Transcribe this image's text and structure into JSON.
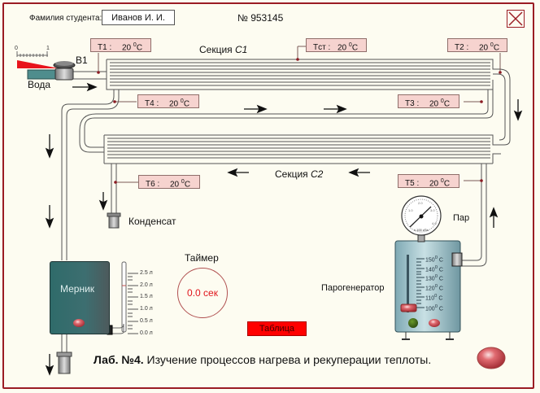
{
  "header": {
    "student_label": "Фамилия студента:",
    "student_name": "Иванов И. И.",
    "record_number": "№ 953145",
    "close_icon": "close-x-icon"
  },
  "sensors": [
    {
      "id": "T1",
      "name": "T1 :",
      "value": "20",
      "unit": "C"
    },
    {
      "id": "Tst",
      "name": "Tст :",
      "value": "20",
      "unit": "C"
    },
    {
      "id": "T2",
      "name": "T2 :",
      "value": "20",
      "unit": "C"
    },
    {
      "id": "T4",
      "name": "T4 :",
      "value": "20",
      "unit": "C"
    },
    {
      "id": "T3",
      "name": "T3 :",
      "value": "20",
      "unit": "C"
    },
    {
      "id": "T6",
      "name": "T6 :",
      "value": "20",
      "unit": "C"
    },
    {
      "id": "T5",
      "name": "T5 :",
      "value": "20",
      "unit": "C"
    }
  ],
  "degree_symbol": "0",
  "sections": {
    "c1_prefix": "Секция ",
    "c1_name": "C1",
    "c2_prefix": "Секция ",
    "c2_name": "C2"
  },
  "valve": {
    "label": "B1",
    "scale_min": "0",
    "scale_max": "1"
  },
  "labels": {
    "water": "Вода",
    "condensate": "Конденсат",
    "steam": "Пар",
    "steam_generator": "Парогенератор",
    "measuring_tank": "Мерник"
  },
  "measuring_scale": [
    "2.5 л",
    "2.0 л",
    "1.5 л",
    "1.0 л",
    "0.5 л",
    "0.0 л"
  ],
  "generator_scale": [
    "150",
    "140",
    "130",
    "120",
    "110",
    "100"
  ],
  "generator_scale_unit": "C",
  "gauge": {
    "ticks": [
      "1.0",
      "2.0",
      "3.0",
      "4.0"
    ],
    "unit": "x 100 кПа"
  },
  "timer": {
    "title": "Таймер",
    "value": "0.0 сек"
  },
  "table_button": "Таблица",
  "lab_title": {
    "bold": "Лаб. №4.",
    "text": " Изучение процессов нагрева и рекуперации теплоты."
  },
  "colors": {
    "frame": "#9b1c24",
    "sensor_bg": "#f6d3cf",
    "timer_text": "#e0151b",
    "table_button": "#ff0000",
    "background": "#fdfcf1"
  }
}
